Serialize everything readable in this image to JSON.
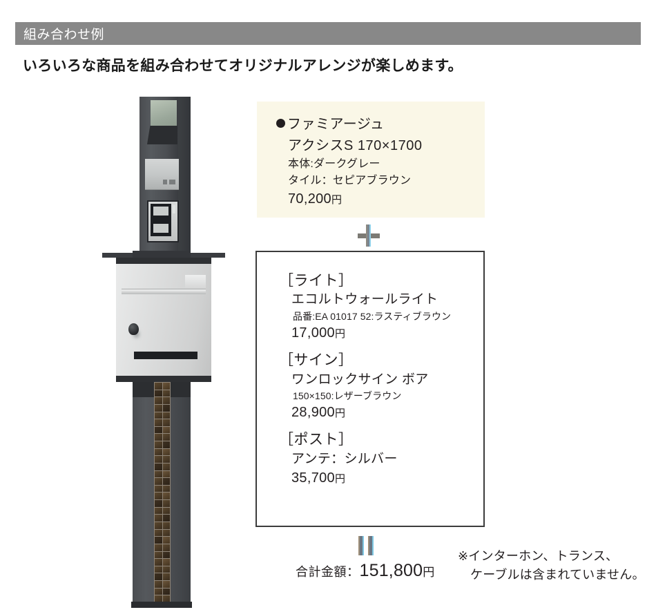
{
  "header": {
    "title": "組み合わせ例"
  },
  "subtitle": "いろいろな商品を組み合わせてオリジナルアレンジが楽しめます。",
  "main_product": {
    "name_line1": "ファミアージュ",
    "name_line2": "アクシスS 170×1700",
    "spec_body": "本体:ダークグレー",
    "spec_tile": "タイル：セピアブラウン",
    "price": "70,200",
    "yen": "円"
  },
  "operator_plus": "+",
  "operator_equals": "=",
  "accessories": [
    {
      "category": "［ライト］",
      "name": "エコルトウォールライト",
      "code": "品番:EA 01017 52:ラスティブラウン",
      "price": "17,000",
      "yen": "円"
    },
    {
      "category": "［サイン］",
      "name": "ワンロックサイン ボア",
      "code": "150×150:レザーブラウン",
      "price": "28,900",
      "yen": "円"
    },
    {
      "category": "［ポスト］",
      "name": "アンテ：シルバー",
      "code": "",
      "price": "35,700",
      "yen": "円"
    }
  ],
  "total": {
    "label": "合計金額：",
    "amount": "151,800",
    "yen": "円"
  },
  "footnote": {
    "line1": "※インターホン、トランス、",
    "line2": "ケーブルは含まれていません。"
  },
  "colors": {
    "header_bar": "#888888",
    "cream_box": "#faf7e7",
    "text": "#231f20",
    "box_border": "#3b3b3b",
    "operator_gray": "#7c7a74",
    "operator_blue": "#8fd0e8"
  }
}
